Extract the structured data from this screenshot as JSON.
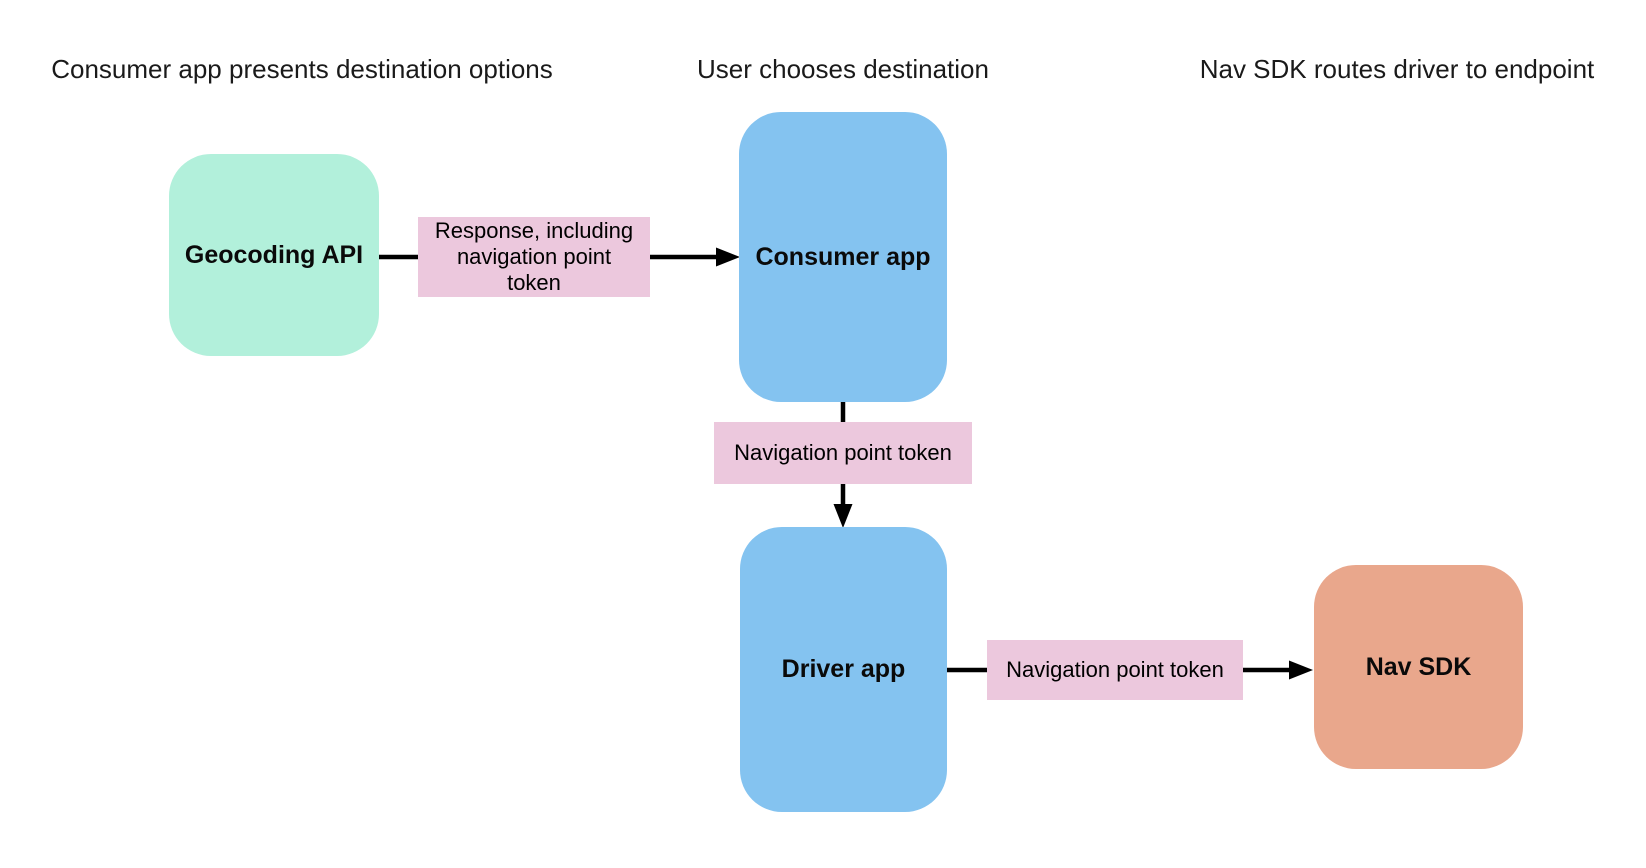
{
  "canvas": {
    "background": "#ffffff"
  },
  "stage_headers": [
    "Consumer app presents destination options",
    "User chooses destination",
    "Nav SDK routes driver to endpoint"
  ],
  "nodes": {
    "geocoding_api": {
      "label": "Geocoding API",
      "fill": "#b2f0db"
    },
    "consumer_app": {
      "label": "Consumer app",
      "fill": "#84c3f0"
    },
    "driver_app": {
      "label": "Driver app",
      "fill": "#84c3f0"
    },
    "nav_sdk": {
      "label": "Nav SDK",
      "fill": "#e9a78c"
    }
  },
  "edge_labels": {
    "response_token": "Response, including navigation point token",
    "nav_point_token_1": "Navigation point token",
    "nav_point_token_2": "Navigation point token"
  },
  "edge_label_style": {
    "fill": "#ecc8dd",
    "text_color": "#000000"
  },
  "arrow_color": "#000000"
}
